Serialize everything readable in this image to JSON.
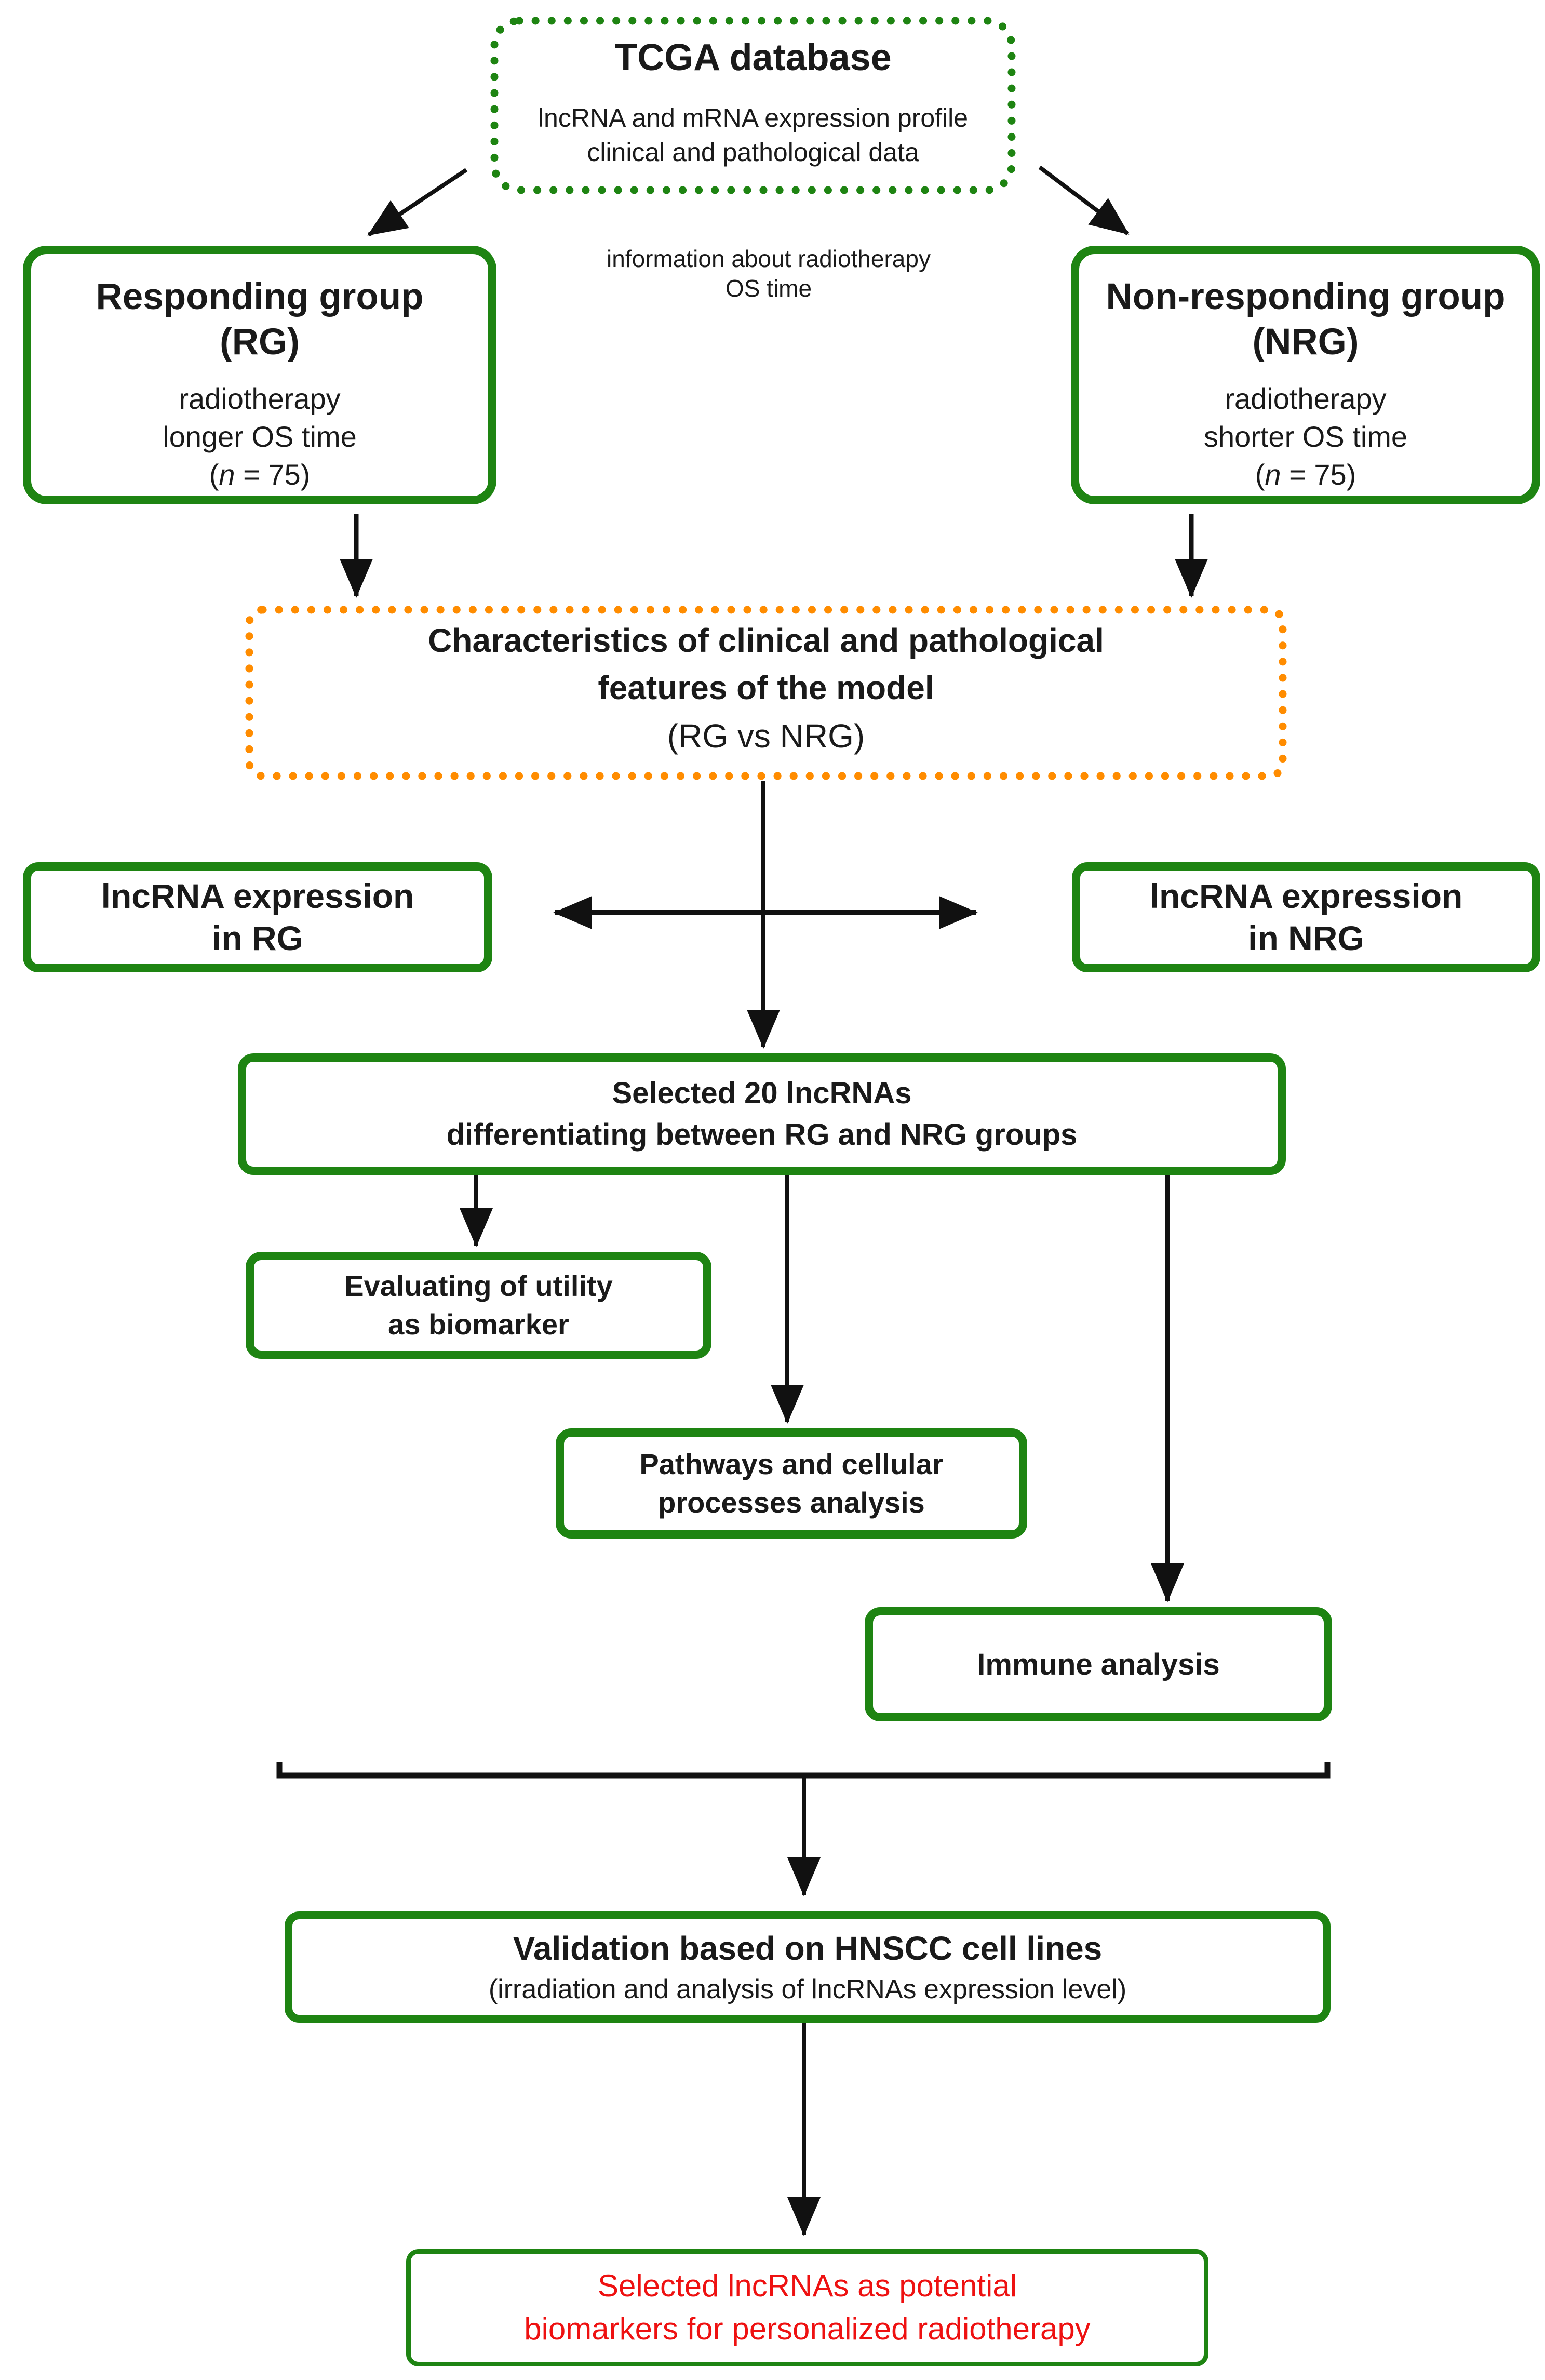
{
  "colors": {
    "box_border_green": "#1e8412",
    "dotted_green": "#1e8412",
    "dotted_orange": "#ff8c00",
    "result_text_red": "#ee1111",
    "connector_black": "#111111",
    "background": "#ffffff"
  },
  "tcga": {
    "title": "TCGA database",
    "sub1": "lncRNA and mRNA expression profile",
    "sub2": "clinical and pathological data"
  },
  "info_note": {
    "line1": "information about radiotherapy",
    "line2": "OS time"
  },
  "rg": {
    "title_line1": "Responding group",
    "title_line2": "(RG)",
    "body1": "radiotherapy",
    "body2": "longer OS time",
    "n_open": "(",
    "n_var": "n",
    "n_close": " = 75)"
  },
  "nrg": {
    "title_line1": "Non-responding group",
    "title_line2": "(NRG)",
    "body1": "radiotherapy",
    "body2": "shorter OS time",
    "n_open": "(",
    "n_var": "n",
    "n_close": " = 75)"
  },
  "characteristics": {
    "title_line1": "Characteristics of clinical and pathological",
    "title_line2": "features of the model",
    "sub": "(RG vs NRG)"
  },
  "lncrna_rg": {
    "line1": "lncRNA expression",
    "line2": "in RG"
  },
  "lncrna_nrg": {
    "line1": "lncRNA expression",
    "line2": "in NRG"
  },
  "selected": {
    "line1": "Selected 20 lncRNAs",
    "line2": "differentiating between RG and NRG groups"
  },
  "evaluating": {
    "line1": "Evaluating of utility",
    "line2": "as biomarker"
  },
  "pathways": {
    "line1": "Pathways and cellular",
    "line2": "processes analysis"
  },
  "immune": {
    "label": "Immune analysis"
  },
  "validation": {
    "title": "Validation based on HNSCC cell lines",
    "sub": "(irradiation and analysis of lncRNAs expression level)"
  },
  "result": {
    "line1": "Selected lncRNAs as potential",
    "line2": "biomarkers for personalized radiotherapy"
  }
}
